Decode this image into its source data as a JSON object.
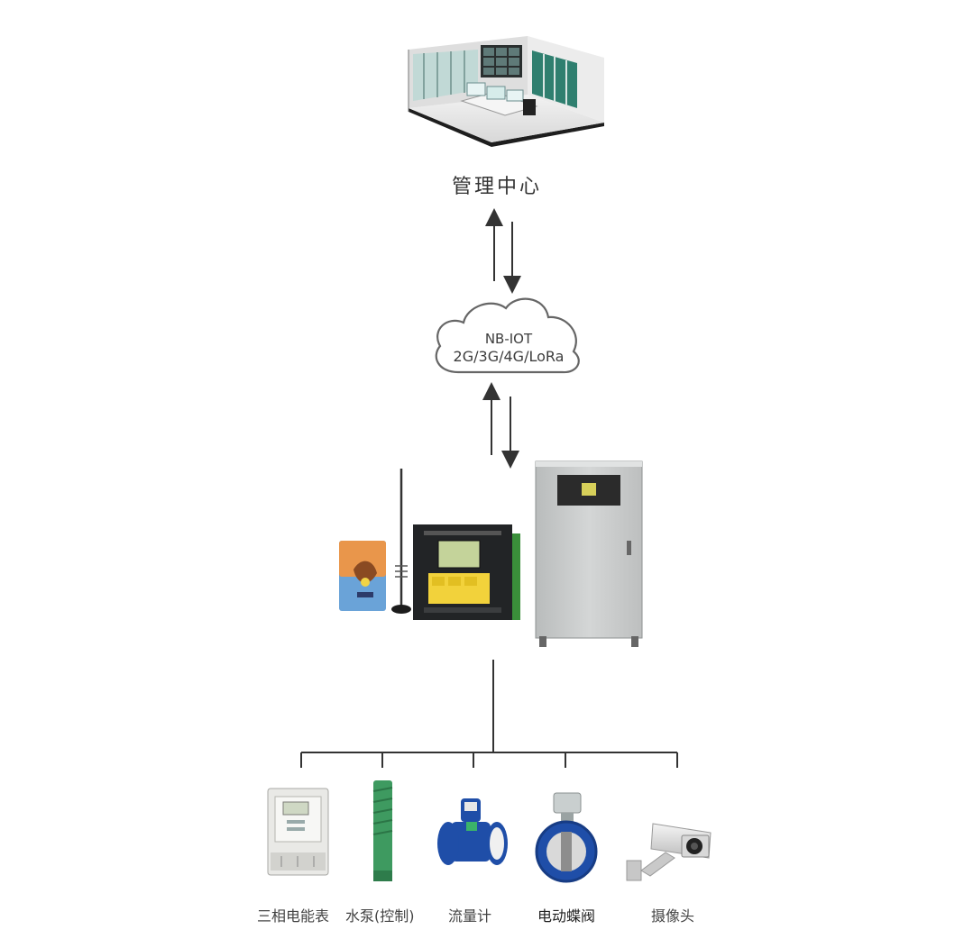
{
  "management": {
    "label": "管理中心",
    "icon": "control-room-image"
  },
  "network": {
    "line1": "NB-IOT",
    "line2": "2G/3G/4G/LoRa",
    "icon": "cloud-icon"
  },
  "controller": {
    "icons": [
      "ic-card-image",
      "antenna-icon",
      "controller-terminal-image",
      "control-cabinet-image"
    ]
  },
  "devices": [
    {
      "id": "meter",
      "label": "三相电能表",
      "icon": "electric-meter-image"
    },
    {
      "id": "pump",
      "label": "水泵(控制)",
      "icon": "water-pump-image"
    },
    {
      "id": "flowmeter",
      "label": "流量计",
      "icon": "flowmeter-image"
    },
    {
      "id": "valve",
      "label": "电动蝶阀",
      "icon": "butterfly-valve-image"
    },
    {
      "id": "camera",
      "label": "摄像头",
      "icon": "camera-image"
    }
  ],
  "colors": {
    "line": "#333333",
    "cabinet": "#c9cccc",
    "valve_blue": "#1f4ea8",
    "pump_green": "#3e9a60"
  }
}
